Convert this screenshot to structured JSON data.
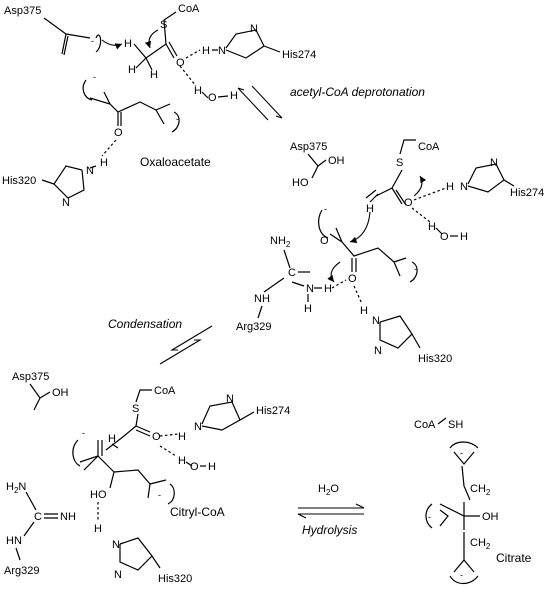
{
  "labels": {
    "asp375": "Asp375",
    "his274": "His274",
    "his320": "His320",
    "arg329": "Arg329",
    "coa": "CoA",
    "s": "S",
    "o": "O",
    "h": "H",
    "n": "N",
    "c": "C",
    "oh": "OH",
    "ho": "HO",
    "nh": "NH",
    "nh2": "NH",
    "h2n": "H",
    "two": "2",
    "minus": "-",
    "coa_sh": "CoA",
    "sh": "SH",
    "h2o_h": "H",
    "h2o_o": "O"
  },
  "captions": {
    "oxaloacetate": "Oxaloacetate",
    "citryl_coa": "Citryl-CoA",
    "citrate": "Citrate"
  },
  "steps": {
    "deprotonation": "acetyl-CoA deprotonation",
    "condensation": "Condensation",
    "hydrolysis": "Hydrolysis"
  }
}
